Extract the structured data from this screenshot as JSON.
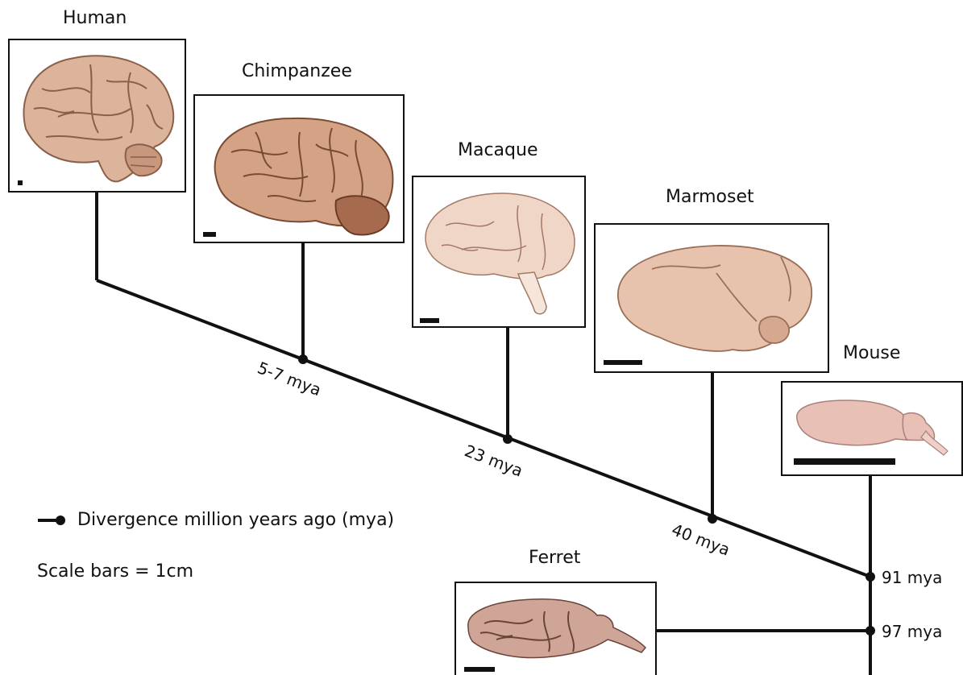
{
  "species": [
    {
      "name": "Human",
      "image": "human-brain"
    },
    {
      "name": "Chimpanzee",
      "image": "chimpanzee-brain"
    },
    {
      "name": "Macaque",
      "image": "macaque-brain"
    },
    {
      "name": "Marmoset",
      "image": "marmoset-brain"
    },
    {
      "name": "Mouse",
      "image": "mouse-brain"
    },
    {
      "name": "Ferret",
      "image": "ferret-brain"
    }
  ],
  "divergences": [
    {
      "label": "5-7 mya"
    },
    {
      "label": "23 mya"
    },
    {
      "label": "40 mya"
    },
    {
      "label": "91 mya"
    },
    {
      "label": "97 mya"
    }
  ],
  "legend": {
    "divergence_label": "Divergence million years ago (mya)",
    "scale_label": "Scale bars = 1cm"
  },
  "colors": {
    "line": "#111111",
    "brain_fill": "#d9b49c",
    "brain_dark": "#a87a60"
  }
}
